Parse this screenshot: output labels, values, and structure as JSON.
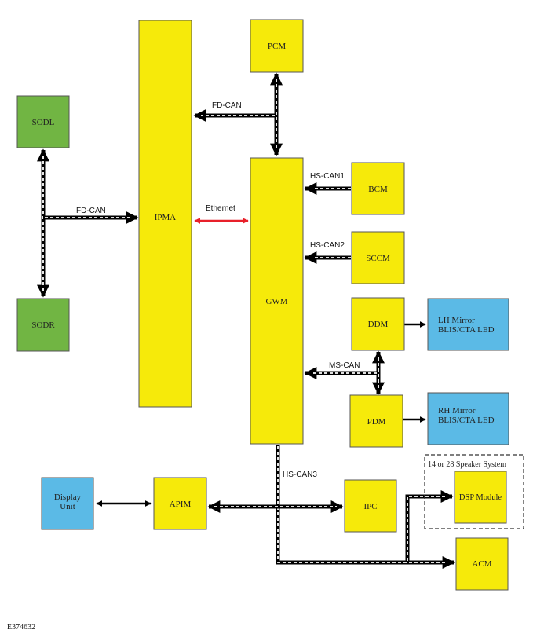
{
  "colors": {
    "yellow": "#f6ea0a",
    "green": "#71b543",
    "blue": "#5bbae6",
    "ethernet": "#e8202a",
    "bus": "#000000"
  },
  "modules": {
    "pcm": "PCM",
    "ipma": "IPMA",
    "sodl": "SODL",
    "sodr": "SODR",
    "gwm": "GWM",
    "bcm": "BCM",
    "sccm": "SCCM",
    "ddm": "DDM",
    "pdm": "PDM",
    "lh_mirror": [
      "LH Mirror",
      "BLIS/CTA LED"
    ],
    "rh_mirror": [
      "RH Mirror",
      "BLIS/CTA LED"
    ],
    "display_unit": [
      "Display",
      "Unit"
    ],
    "apim": "APIM",
    "ipc": "IPC",
    "dsp": "DSP Module",
    "acm": "ACM"
  },
  "buses": {
    "fd_can_top": "FD-CAN",
    "fd_can_left": "FD-CAN",
    "ethernet": "Ethernet",
    "hs_can1": "HS-CAN1",
    "hs_can2": "HS-CAN2",
    "ms_can": "MS-CAN",
    "hs_can3": "HS-CAN3"
  },
  "speaker_group_label": "14 or 28 Speaker System",
  "reference": "E374632"
}
